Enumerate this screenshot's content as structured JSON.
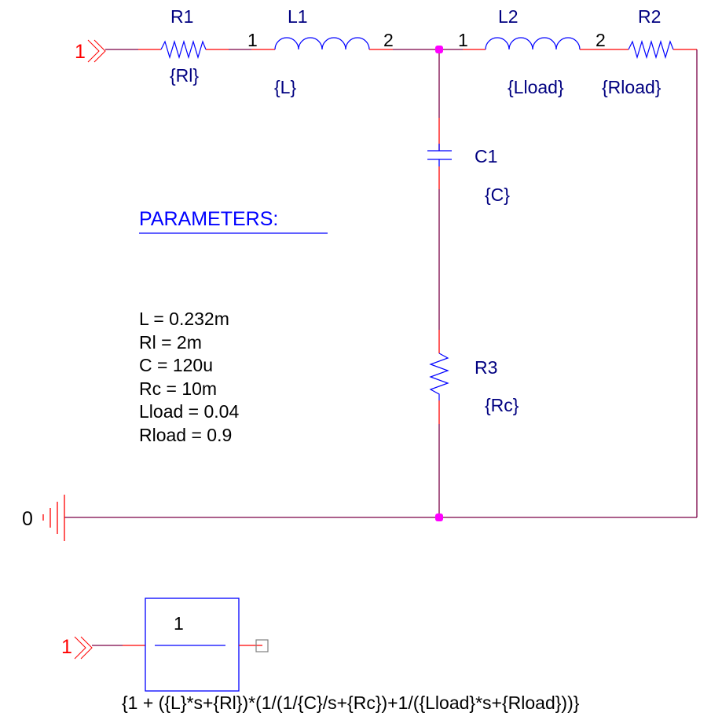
{
  "colors": {
    "wire": "#7a0046",
    "pin_wire": "#ff0000",
    "component": "#0000ff",
    "junction": "#ff00ff",
    "label": "#000080",
    "port_label": "#ff0000",
    "pin_number": "#000000"
  },
  "components": {
    "R1": {
      "ref": "R1",
      "value": "{Rl}"
    },
    "L1": {
      "ref": "L1",
      "value": "{L}",
      "pin1": "1",
      "pin2": "2"
    },
    "L2": {
      "ref": "L2",
      "value": "{Lload}",
      "pin1": "1",
      "pin2": "2"
    },
    "R2": {
      "ref": "R2",
      "value": "{Rload}"
    },
    "C1": {
      "ref": "C1",
      "value": "{C}"
    },
    "R3": {
      "ref": "R3",
      "value": "{Rc}"
    }
  },
  "ports": {
    "input_top": "1",
    "ground": "0",
    "input_bottom": "1"
  },
  "parameters": {
    "title": "PARAMETERS:",
    "lines": [
      "L = 0.232m",
      "Rl = 2m",
      "C = 120u",
      "Rc = 10m",
      "Lload = 0.04",
      "Rload = 0.9"
    ]
  },
  "laplace_block": {
    "numerator": "1",
    "formula": "{1 + ({L}*s+{Rl})*(1/(1/{C}/s+{Rc})+1/({Lload}*s+{Rload}))}"
  }
}
